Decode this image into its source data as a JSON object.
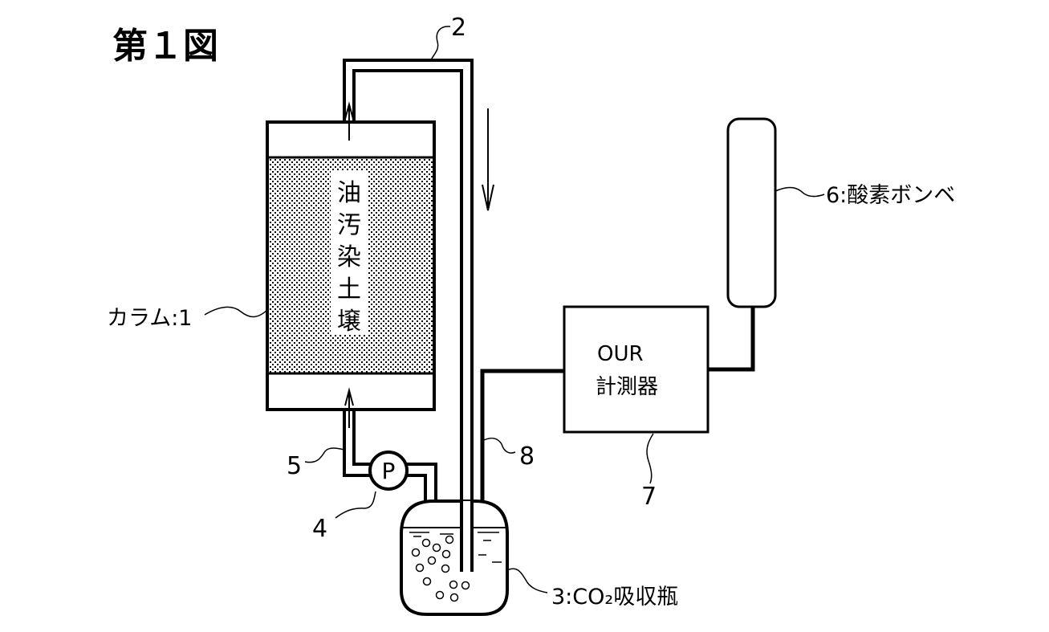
{
  "figure": {
    "title": "第１図",
    "colors": {
      "ink": "#000000",
      "background": "#ffffff"
    }
  },
  "labels": {
    "column": "カラム:1",
    "tube_2": "2",
    "co2_bottle": "3:CO₂吸収瓶",
    "pump_ref": "4",
    "pump_symbol": "P",
    "tube_5": "5",
    "oxygen_cylinder": "6:酸素ボンベ",
    "our_meter_ref": "7",
    "tube_8": "8",
    "soil_text": [
      "油",
      "汚",
      "染",
      "土",
      "壌"
    ],
    "our_meter_line1": "OUR",
    "our_meter_line2": "計測器"
  }
}
